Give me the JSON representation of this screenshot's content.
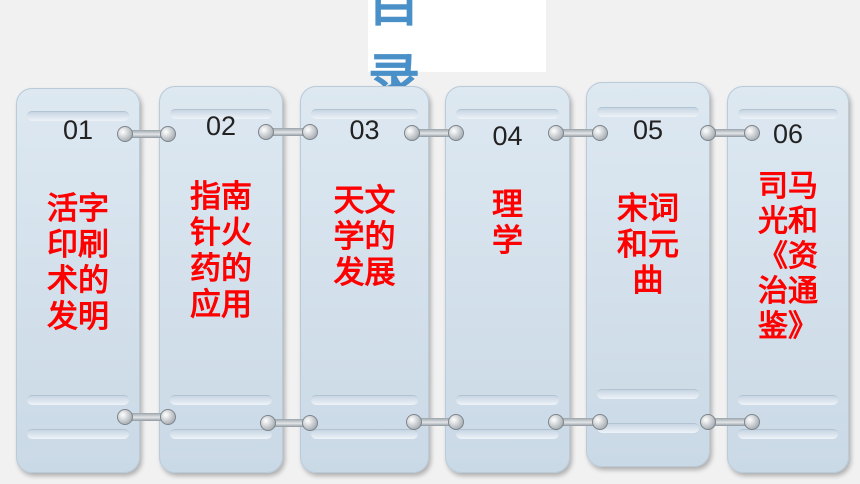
{
  "title": "目 录",
  "cards": [
    {
      "number": "01",
      "lines": [
        "活字",
        "印刷",
        "术的",
        "发明"
      ]
    },
    {
      "number": "02",
      "lines": [
        "指南",
        "针火",
        "药的",
        "应用"
      ]
    },
    {
      "number": "03",
      "lines": [
        "天文",
        "学的",
        "发展"
      ]
    },
    {
      "number": "04",
      "lines": [
        "理",
        "学"
      ]
    },
    {
      "number": "05",
      "lines": [
        "宋词",
        "和元",
        "曲"
      ]
    },
    {
      "number": "06",
      "lines": [
        "司马",
        "光和",
        "《资",
        "治通",
        "鉴》"
      ]
    }
  ],
  "colors": {
    "title": "#4a90c8",
    "label": "#ff0000",
    "card": "#d3e0eb",
    "background": "#f1f1f1"
  }
}
